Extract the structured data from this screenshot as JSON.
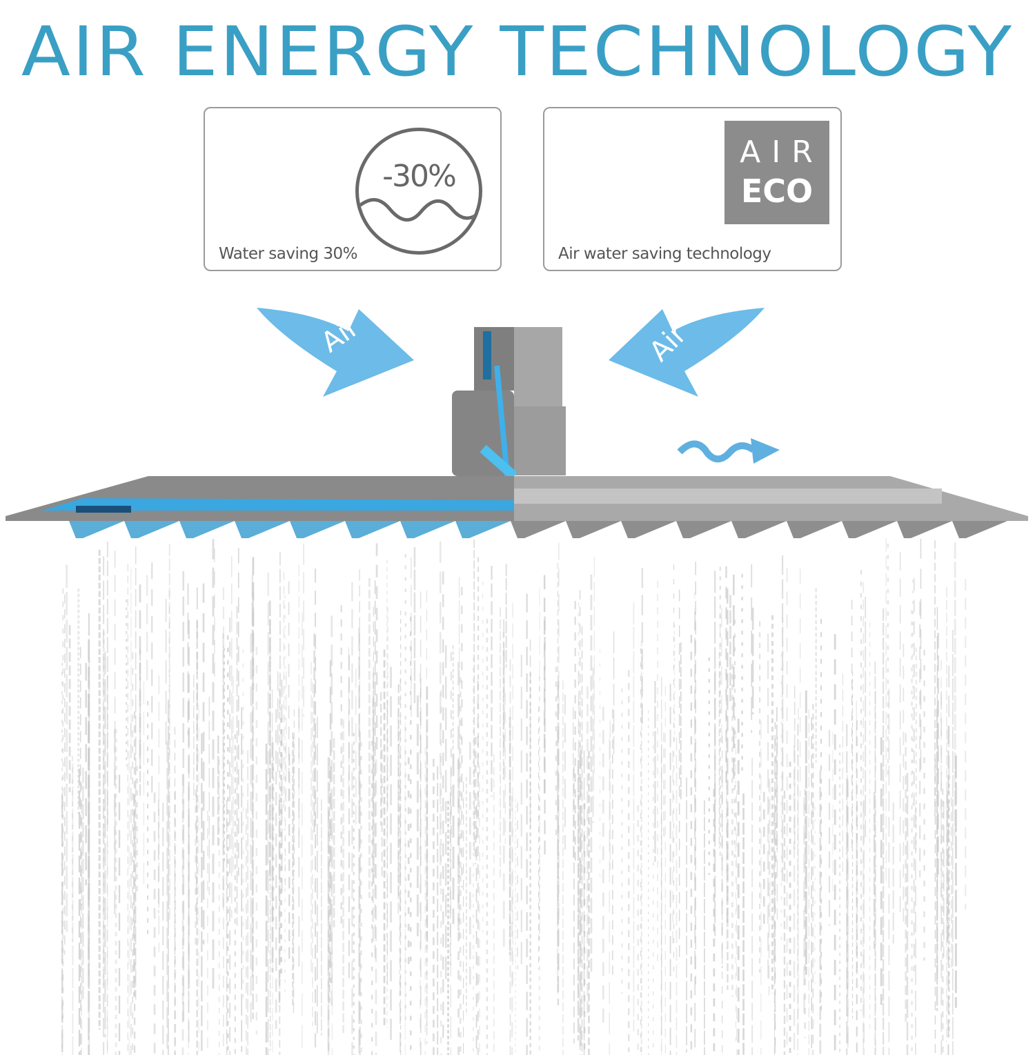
{
  "title": "AIR ENERGY TECHNOLOGY",
  "cards": [
    {
      "badge": "-30%",
      "caption": "Water saving 30%",
      "icon": "water-drop-percent-icon"
    },
    {
      "badge_line1": "AIR",
      "badge_line2": "ECO",
      "caption": "Air water saving technology",
      "icon": "air-eco-badge"
    }
  ],
  "arrows": {
    "left_label": "Air",
    "right_label": "Air"
  },
  "colors": {
    "accent": "#3a9fc4",
    "arrow": "#5fb6e6",
    "metal": "#8e8e8e"
  }
}
